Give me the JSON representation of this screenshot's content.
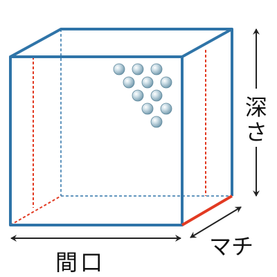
{
  "labels": {
    "width": "間口",
    "depth_left": "深",
    "depth_right": "さ",
    "gusset": "マチ"
  },
  "colors": {
    "box_edge": "#2f74a8",
    "hidden_edge": "#2f74a8",
    "red_edge": "#e23a22",
    "arrow": "#222222",
    "ball": "#8fb4c6"
  },
  "balls": {
    "count": 11
  }
}
